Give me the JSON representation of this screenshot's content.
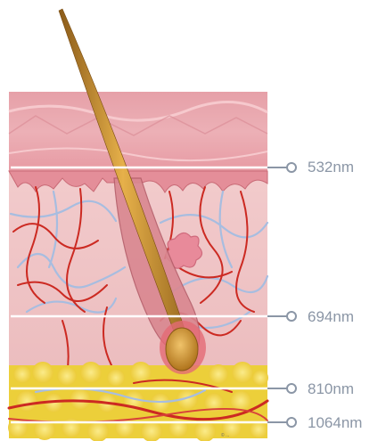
{
  "wavelengths": [
    {
      "label": "532nm"
    },
    {
      "label": "694nm"
    },
    {
      "label": "810nm"
    },
    {
      "label": "1064nm"
    }
  ],
  "colors": {
    "epidermis": "#e9a4ad",
    "dermis": "#f0c4c6",
    "fat": "#f3d94a",
    "hair": "#c98a2a",
    "blood_vessel": "#cc2a22",
    "lymph_vessel": "#9ab4dc",
    "marker_line": "#ffffff",
    "marker_circle": "#8b96a6",
    "label_text": "#8b96a6"
  },
  "signature": "© ..."
}
